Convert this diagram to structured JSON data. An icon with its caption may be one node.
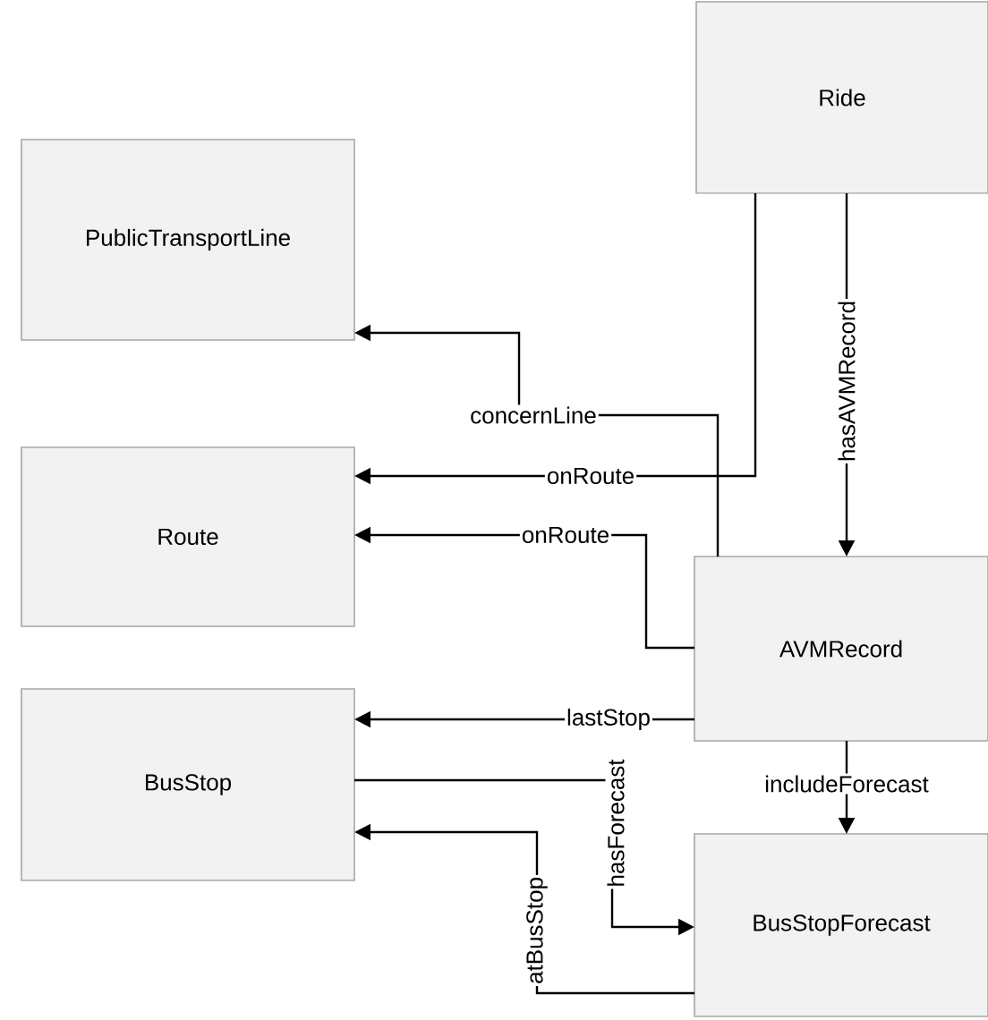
{
  "diagram": {
    "nodes": [
      {
        "text": [
          "Ride"
        ]
      },
      {
        "text": [
          "PublicTransportLine"
        ]
      },
      {
        "text": [
          "Route"
        ]
      },
      {
        "text": [
          "AVMRecord"
        ]
      },
      {
        "text": [
          "BusStop"
        ]
      },
      {
        "text": [
          "BusStopForecast"
        ]
      }
    ],
    "edges": [
      {
        "from": 3,
        "to": 1,
        "arrow": "to",
        "label": "concernLine"
      },
      {
        "from": 0,
        "to": 2,
        "arrow": "to",
        "label": "onRoute"
      },
      {
        "from": 3,
        "to": 2,
        "arrow": "to",
        "label": "onRoute"
      },
      {
        "from": 0,
        "to": 3,
        "arrow": "to",
        "label": "hasAVMRecord"
      },
      {
        "from": 3,
        "to": 4,
        "arrow": "to",
        "label": "lastStop"
      },
      {
        "from": 4,
        "to": 5,
        "arrow": "to",
        "label": "hasForecast"
      },
      {
        "from": 3,
        "to": 5,
        "arrow": "to",
        "label": "includeForecast"
      },
      {
        "from": 5,
        "to": 4,
        "arrow": "to",
        "label": "atBusStop"
      }
    ]
  }
}
